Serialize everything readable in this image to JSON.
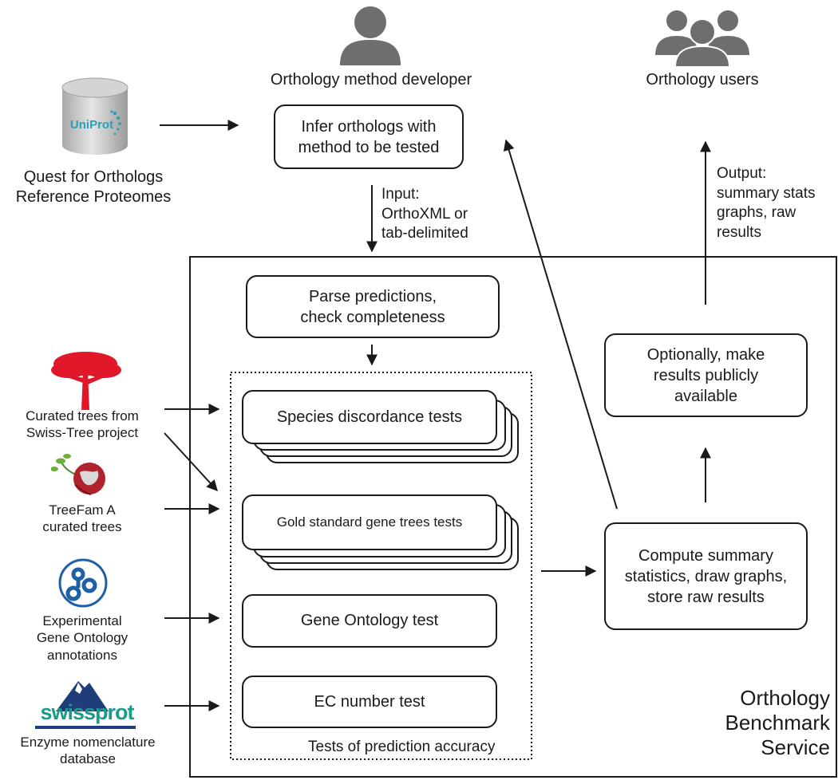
{
  "actors": {
    "developer": "Orthology method developer",
    "users": "Orthology users"
  },
  "sources": {
    "uniprot_logo": "UniProt",
    "reference_proteomes": "Quest for Orthologs\nReference Proteomes",
    "swiss_tree": "Curated trees from\nSwiss-Tree project",
    "treefam": "TreeFam A\ncurated trees",
    "go_annotations": "Experimental\nGene Ontology\nannotations",
    "swissprot_logo": "swissprot",
    "enzyme": "Enzyme nomenclature\ndatabase"
  },
  "boxes": {
    "infer": "Infer orthologs with\nmethod to be tested",
    "parse": "Parse predictions,\ncheck completeness",
    "species": "Species discordance tests",
    "gold": "Gold standard gene trees tests",
    "go_test": "Gene Ontology test",
    "ec_test": "EC number test",
    "tests_label": "Tests of prediction accuracy",
    "compute": "Compute summary\nstatistics, draw graphs,\nstore raw results",
    "publish": "Optionally, make\nresults publicly\navailable"
  },
  "edge_labels": {
    "input": "Input:\nOrthoXML or\ntab-delimited",
    "output": "Output:\nsummary stats\ngraphs, raw\nresults"
  },
  "service_title": "Orthology\nBenchmark\nService",
  "icons": {
    "developer": "person-icon",
    "users": "group-icon",
    "uniprot": "database-cylinder-icon",
    "tree": "red-tree-icon",
    "treefam": "globe-sprout-icon",
    "go": "gene-ontology-icon",
    "swissprot": "mountain-logo-icon"
  },
  "colors": {
    "ink": "#1a1a1a",
    "person_gray": "#6e6e6e",
    "tree_red": "#e0182a",
    "go_blue": "#1f5fa6",
    "uniprot_teal": "#2aa0b8",
    "swissprot_teal": "#1d9a8c",
    "swissprot_navy": "#1f3d7a"
  }
}
